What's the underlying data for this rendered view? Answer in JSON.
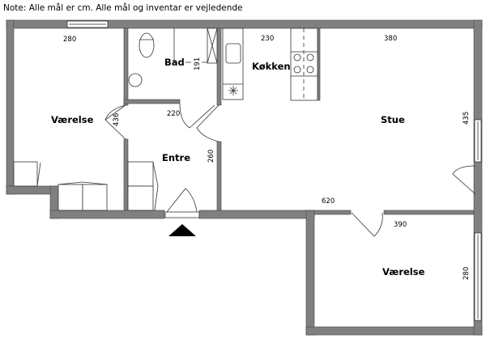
{
  "note": "Note: Alle mål er cm. Alle mål og inventar er vejledende",
  "rooms": {
    "bedroom1": "Værelse",
    "bath": "Bad",
    "kitchen": "Køkken",
    "living": "Stue",
    "entry": "Entre",
    "bedroom2": "Værelse"
  },
  "dimensions": {
    "bedroom1_width": "280",
    "bedroom1_depth": "436",
    "bath_depth": "191",
    "entry_width": "220",
    "entry_depth": "260",
    "kitchen_width": "230",
    "living_width": "380",
    "living_depth": "435",
    "living_total_width": "620",
    "bedroom2_width": "390",
    "bedroom2_depth": "280"
  },
  "colors": {
    "wall": "#808080"
  }
}
